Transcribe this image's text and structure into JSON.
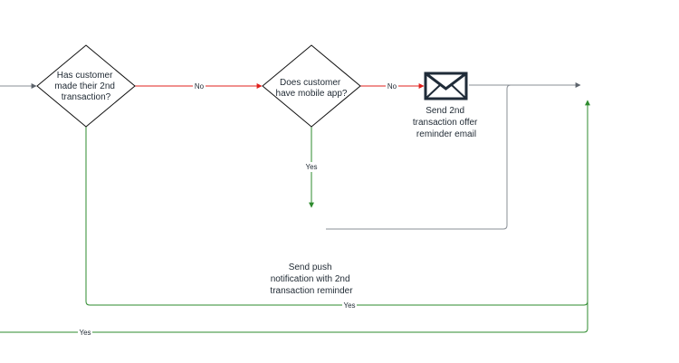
{
  "colors": {
    "no_edge": "#e0201c",
    "yes_edge": "#2e8b2e",
    "neutral_edge": "#8a8f96",
    "node_stroke": "#111111",
    "envelope_stroke": "#1f2b38",
    "text": "#1f2933"
  },
  "nodes": {
    "decision_transaction": {
      "lines": [
        "Has customer",
        "made their 2nd",
        "transaction?"
      ]
    },
    "decision_mobile_app": {
      "lines": [
        "Does customer",
        "have mobile app?"
      ]
    },
    "email_action": {
      "icon": "envelope-icon",
      "lines": [
        "Send 2nd",
        "transaction offer",
        "reminder email"
      ]
    },
    "push_action": {
      "lines": [
        "Send push",
        "notification with 2nd",
        "transaction reminder"
      ]
    }
  },
  "edges": {
    "transaction_no": "No",
    "mobile_no": "No",
    "mobile_yes": "Yes",
    "push_yes": "Yes",
    "transaction_yes": "Yes"
  }
}
